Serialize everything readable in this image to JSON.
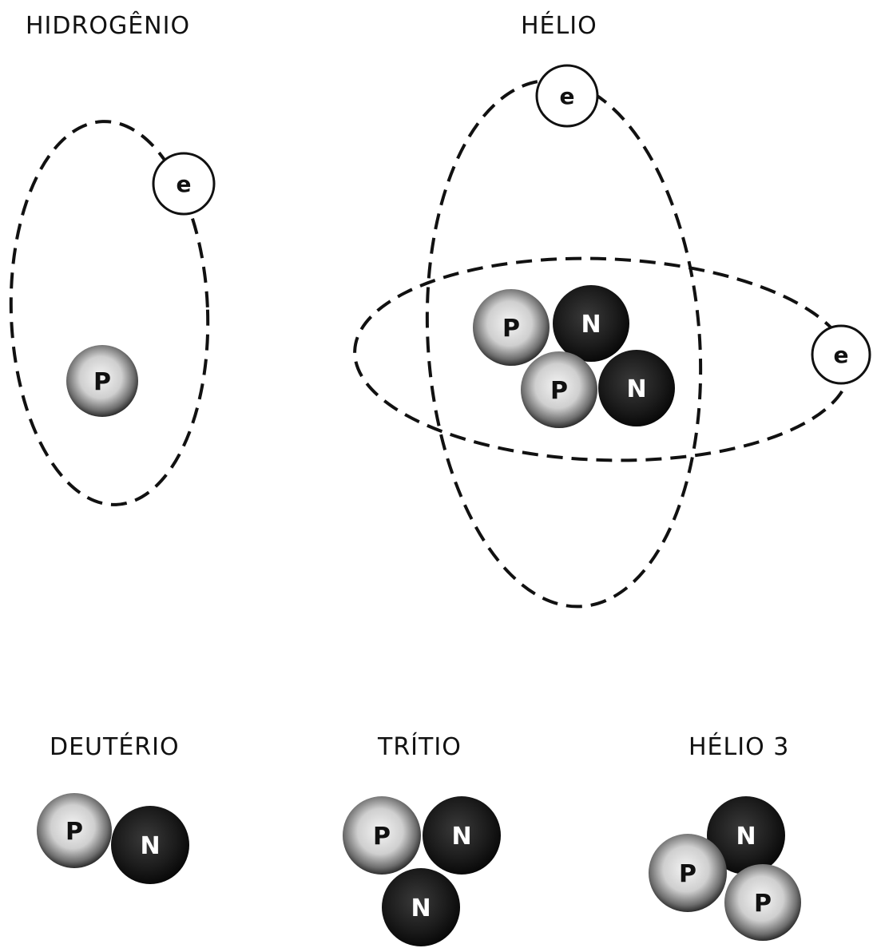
{
  "labels": {
    "hydrogen": "HIDROGÊNIO",
    "helium": "HÉLIO",
    "deuterium": "DEUTÉRIO",
    "tritium": "TRÍTIO",
    "helium3": "HÉLIO 3"
  },
  "particles": {
    "proton": "P",
    "neutron": "N",
    "electron": "e"
  },
  "colors": {
    "ink": "#111111",
    "background": "#ffffff"
  }
}
